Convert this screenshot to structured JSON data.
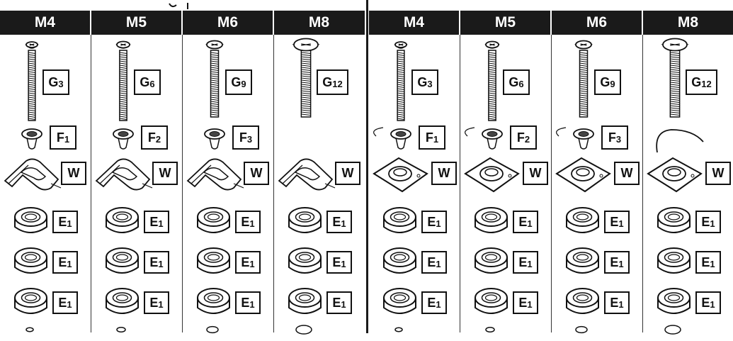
{
  "headers": [
    "M4",
    "M5",
    "M6",
    "M8",
    "M4",
    "M5",
    "M6",
    "M8"
  ],
  "labels": {
    "screw": [
      {
        "main": "G",
        "sub": "3"
      },
      {
        "main": "G",
        "sub": "6"
      },
      {
        "main": "G",
        "sub": "9"
      },
      {
        "main": "G",
        "sub": "12"
      },
      {
        "main": "G",
        "sub": "3"
      },
      {
        "main": "G",
        "sub": "6"
      },
      {
        "main": "G",
        "sub": "9"
      },
      {
        "main": "G",
        "sub": "12"
      }
    ],
    "flange": [
      {
        "main": "F",
        "sub": "1"
      },
      {
        "main": "F",
        "sub": "2"
      },
      {
        "main": "F",
        "sub": "3"
      },
      null,
      {
        "main": "F",
        "sub": "1"
      },
      {
        "main": "F",
        "sub": "2"
      },
      {
        "main": "F",
        "sub": "3"
      },
      null
    ],
    "washer": {
      "main": "W"
    },
    "bearing": {
      "main": "E",
      "sub": "1"
    }
  },
  "colors": {
    "header_bg": "#1a1a1a",
    "header_text": "#ffffff",
    "line": "#111111"
  }
}
